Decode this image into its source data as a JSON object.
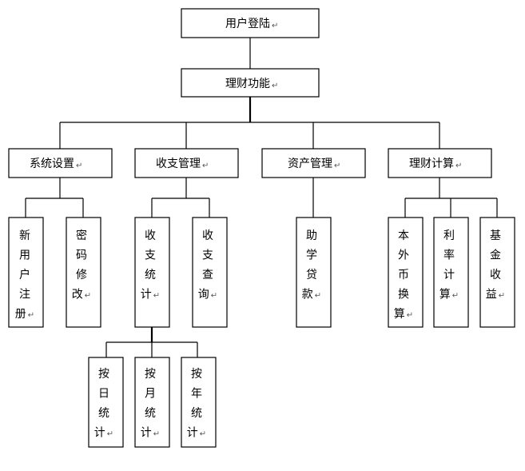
{
  "return_mark": "↵",
  "root": {
    "label": "用户登陆"
  },
  "main": {
    "label": "理财功能"
  },
  "modules": [
    {
      "id": "system",
      "label": "系统设置",
      "children": [
        {
          "id": "new-user-register",
          "label": "新用户注册"
        },
        {
          "id": "password-change",
          "label": "密码修改"
        }
      ]
    },
    {
      "id": "income-expense",
      "label": "收支管理",
      "children": [
        {
          "id": "income-expense-stats",
          "label": "收支统计",
          "children": [
            {
              "id": "daily-stats",
              "label": "按日统计"
            },
            {
              "id": "monthly-stats",
              "label": "按月统计"
            },
            {
              "id": "yearly-stats",
              "label": "按年统计"
            }
          ]
        },
        {
          "id": "income-expense-query",
          "label": "收支查询"
        }
      ]
    },
    {
      "id": "assets",
      "label": "资产管理",
      "children": [
        {
          "id": "student-loan",
          "label": "助学贷款"
        }
      ]
    },
    {
      "id": "finance-calc",
      "label": "理财计算",
      "children": [
        {
          "id": "currency-exchange",
          "label": "本外币换算"
        },
        {
          "id": "interest-calc",
          "label": "利率计算"
        },
        {
          "id": "fund-yield",
          "label": "基金收益"
        }
      ]
    }
  ]
}
